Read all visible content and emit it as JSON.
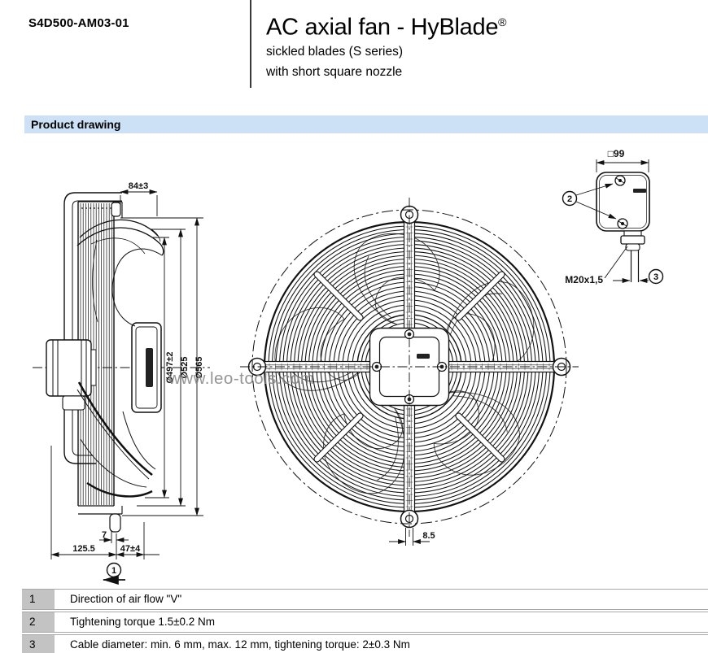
{
  "header": {
    "part_number": "S4D500-AM03-01",
    "title": "AC axial fan - HyBlade",
    "registered": "®",
    "subtitle1": "sickled blades (S series)",
    "subtitle2": "with short square nozzle"
  },
  "section": {
    "title": "Product drawing"
  },
  "drawing": {
    "watermark": "www.leo-tools.com",
    "dims": {
      "depth": "84±3",
      "d497": "Ø497±2",
      "d525": "Ø525",
      "d565": "Ø565",
      "gap7": "7",
      "len125": "125.5",
      "len47": "47±4",
      "gap85": "8.5",
      "box_size": "□99",
      "gland_thread": "M20x1,5"
    },
    "callouts": {
      "airflow": "1",
      "screws": "2",
      "cable": "3"
    }
  },
  "notes": {
    "rows": [
      {
        "num": "1",
        "text": "Direction of air flow \"V\""
      },
      {
        "num": "2",
        "text": "Tightening torque 1.5±0.2 Nm"
      },
      {
        "num": "3",
        "text": "Cable diameter: min. 6 mm, max. 12 mm, tightening torque: 2±0.3 Nm"
      }
    ]
  },
  "colors": {
    "section_bg": "#cce1f6",
    "note_num_bg": "#c3c3c3",
    "line": "#111111",
    "watermark": "#8a8a8a"
  }
}
